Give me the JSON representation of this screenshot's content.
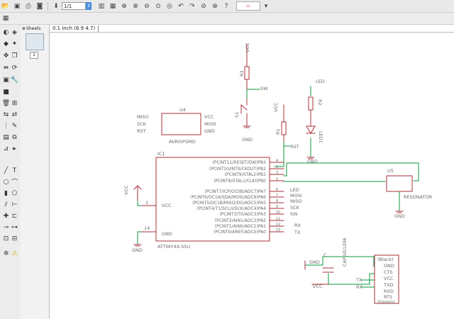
{
  "toolbar": {
    "sheet_value": "1/1",
    "icons": [
      "open-icon",
      "save-icon",
      "print-icon",
      "cam-icon",
      "sheet-icon",
      "drc-icon",
      "erc-icon",
      "zoom-fit-icon",
      "zoom-in-icon",
      "zoom-out-icon",
      "zoom-select-icon",
      "redraw-icon",
      "undo-icon",
      "redo-icon",
      "stop-icon",
      "go-icon",
      "help-icon"
    ]
  },
  "sheets_panel": {
    "tab_label": "Sheets",
    "thumb_number": "1"
  },
  "coord": {
    "grid": "0.1 inch (6.9 4.7)"
  },
  "schematic": {
    "vcc_labels": [
      "VCC",
      "VCC",
      "VCC",
      "VCC"
    ],
    "gnd_labels": [
      "GND",
      "GND",
      "GND",
      "GND",
      "GND",
      "GND"
    ],
    "r3": "R3",
    "sw_label": "SW",
    "s1": "S1",
    "r1": "R1",
    "rst": "RST",
    "led": "LED",
    "r2": "R2",
    "led1": "LED1",
    "u4": "U4",
    "avrisp": "AVRISPSMD",
    "isp_left": [
      "MISO",
      "SCK",
      "RST"
    ],
    "isp_right": [
      "VCC",
      "MOSI",
      "GND"
    ],
    "ic1": "IC1",
    "ic_name": "ATTINY44-SSU",
    "ic_vcc": "VCC",
    "ic_gnd": "GND",
    "pin1": "1",
    "pin14": "14",
    "pb": [
      "(PCINT11/RESET/DW)PB3",
      "(PCINT10/INT0/CKOUT)PB2",
      "(PCINT9/XTAL2)PB1",
      "(PCINT8/XTAL1/CLKI)PB0"
    ],
    "pa": [
      "(PCINT7/ICP/OC0B/ADC7)PA7",
      "(PCINT6/OC1A/SDA/MOSI/ADC6)PA6",
      "(PCINT5/OC1B/MISO/DO/ADC5)PA5",
      "(PCINT4/T1/SCL/USCK/ADC4)PA4",
      "(PCINT3/T0/ADC3)PA3",
      "(PCINT2/AIN1/ADC2)PA2",
      "(PCINT1/AIN0/ADC1)PA1",
      "(PCINT0/AREF/ADC0)PA0"
    ],
    "pb_num": [
      "4",
      "5",
      "3",
      "2"
    ],
    "pa_num": [
      "6",
      "7",
      "8",
      "9",
      "10",
      "11",
      "12",
      "13"
    ],
    "nets_right": [
      "LED",
      "MOSI",
      "MISO",
      "SCK",
      "SW",
      "",
      "RX",
      "TX"
    ],
    "u5": "U5",
    "resonator": "RESONATOR",
    "cap": "CAP-US1206",
    "c_letter": "C",
    "ftdi_header": "(Black)",
    "ftdi_pins": [
      "GND",
      "CTS",
      "VCC",
      "TXD",
      "RXD",
      "RTS"
    ],
    "ftdi_footer": "(Green)",
    "tx": "TX",
    "rx": "RX"
  }
}
